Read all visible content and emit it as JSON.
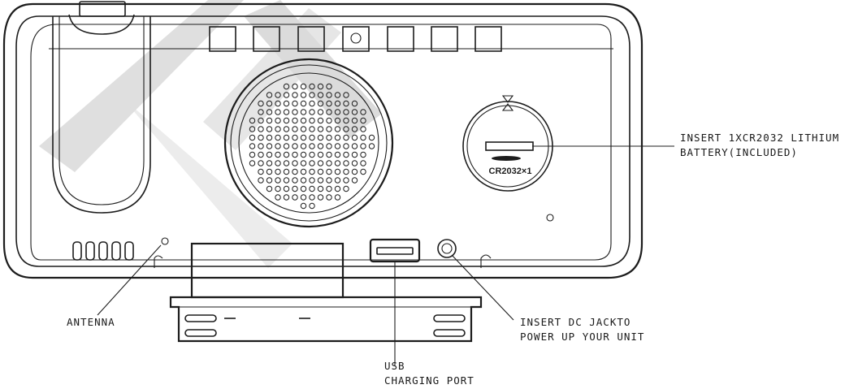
{
  "battery_marking": "CR2032×1",
  "watermark_text": "Tr",
  "callouts": {
    "battery": {
      "line1": "INSERT 1XCR2032 LITHIUM",
      "line2": "BATTERY(INCLUDED)"
    },
    "antenna": {
      "line1": "ANTENNA"
    },
    "dc_jack": {
      "line1": "INSERT DC JACKTO",
      "line2": "POWER UP YOUR UNIT"
    },
    "usb": {
      "line1": "USB",
      "line2": "CHARGING PORT"
    }
  },
  "colors": {
    "line": "#1c1c1c",
    "watermark": "#d9d9d9"
  }
}
